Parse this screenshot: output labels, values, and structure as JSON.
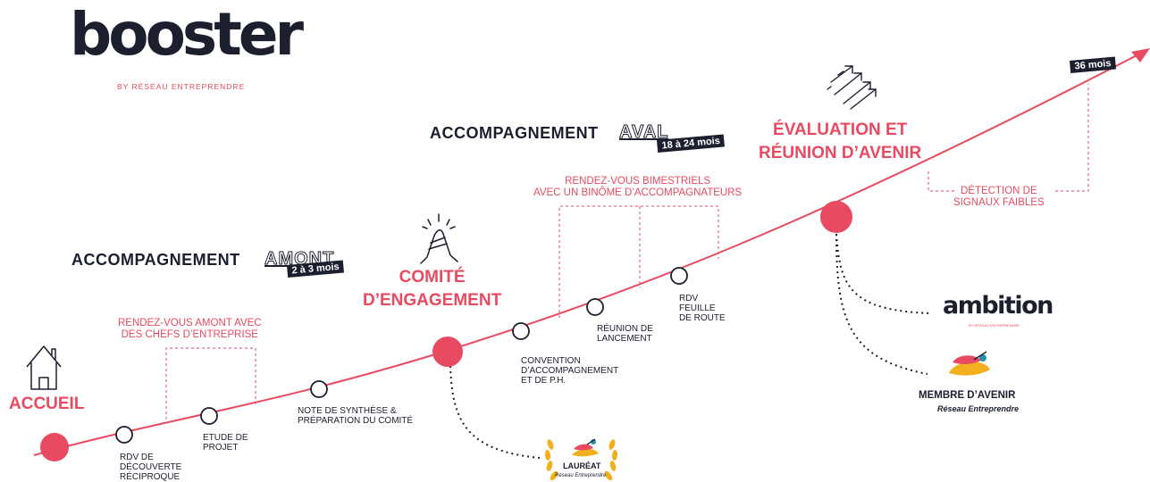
{
  "logo": {
    "name": "booster",
    "tagline": "BY RÉSEAU ENTREPRENDRE"
  },
  "phases": {
    "amont": {
      "title": "ACCOMPAGNEMENT",
      "outline": "AMONT",
      "duration": "2 à 3 mois"
    },
    "aval": {
      "title": "ACCOMPAGNEMENT",
      "outline": "AVAL",
      "duration": "18 à 24 mois"
    },
    "end_marker": "36 mois"
  },
  "milestones": {
    "accueil": "ACCUEIL",
    "comite": "COMITÉ\nD’ENGAGEMENT",
    "evaluation": "ÉVALUATION ET\nRÉUNION D’AVENIR"
  },
  "brackets": {
    "amont": "RENDEZ-VOUS AMONT  AVEC\nDES CHEFS D’ENTREPRISE",
    "aval": "RENDEZ-VOUS BIMESTRIELS\nAVEC UN BINÔME D’ACCOMPAGNATEURS",
    "detection": "DÉTECTION DE\nSIGNAUX FAIBLES"
  },
  "steps": {
    "rdv_decouverte": "RDV DE\nDÉCOUVERTE\nRÉCIPROQUE",
    "etude_projet": "ETUDE DE\nPROJET",
    "note_synthese": "NOTE DE SYNTHÈSE &\nPRÉPARATION  DU COMITÉ",
    "convention": "CONVENTION\nD’ACCOMPAGNEMENT\nET DE P.H.",
    "reunion_lancement": "RÉUNION DE\nLANCEMENT",
    "rdv_feuille": "RDV\nFEUILLE\nDE ROUTE"
  },
  "outcomes": {
    "laureat": "LAURÉAT",
    "laureat_sub": "Réseau Entreprendre",
    "ambition": "ambition",
    "ambition_sub": "BY RÉSEAU ENTREPRENDRE",
    "membre": "MEMBRE D’AVENIR",
    "membre_sub": "Réseau Entreprendre"
  },
  "colors": {
    "accent": "#e84a61",
    "navy": "#1b1f2e",
    "gold": "#f2b01e",
    "teal": "#2a8fa8"
  },
  "icons": [
    "house-icon",
    "high-five-icon",
    "growth-arrows-icon",
    "laurel-icon"
  ]
}
